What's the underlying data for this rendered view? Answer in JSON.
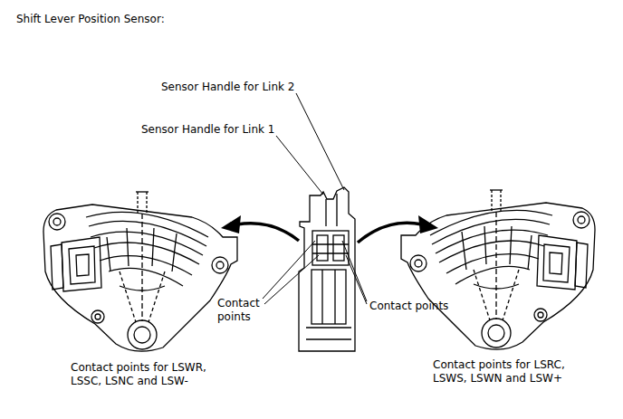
{
  "diagram": {
    "title": "Shift Lever Position Sensor:",
    "labels": [
      "Sensor Handle for Link 2",
      "Sensor Handle for Link 1",
      "Contact points",
      "Contact points",
      "Contact points for LSWR, LSSC, LSNC and LSW-",
      "Contact points for LSRC, LSWS, LSWN and LSW+"
    ]
  }
}
